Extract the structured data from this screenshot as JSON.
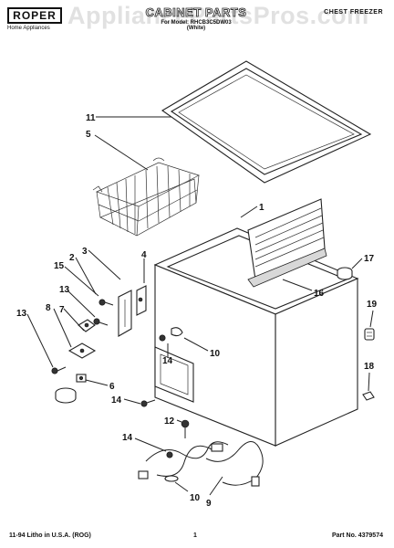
{
  "header": {
    "brand": "ROPER",
    "brand_sub": "Home Appliances",
    "watermark": "AppliancePartsPros.com",
    "title": "CABINET PARTS",
    "subtitle": "For Model: RHCB3C5DW03",
    "variant": "(White)",
    "product": "CHEST FREEZER"
  },
  "footer": {
    "left": "11-94 Litho in U.S.A. (ROG)",
    "page": "1",
    "part_no": "Part No. 4379574"
  },
  "callouts": {
    "c1": "1",
    "c2": "2",
    "c3": "3",
    "c4": "4",
    "c5": "5",
    "c6": "6",
    "c7": "7",
    "c8": "8",
    "c9": "9",
    "c10a": "10",
    "c10b": "10",
    "c11": "11",
    "c12": "12",
    "c13a": "13",
    "c13b": "13",
    "c14a": "14",
    "c14b": "14",
    "c14c": "14",
    "c15": "15",
    "c16": "16",
    "c17": "17",
    "c18": "18",
    "c19": "19"
  }
}
